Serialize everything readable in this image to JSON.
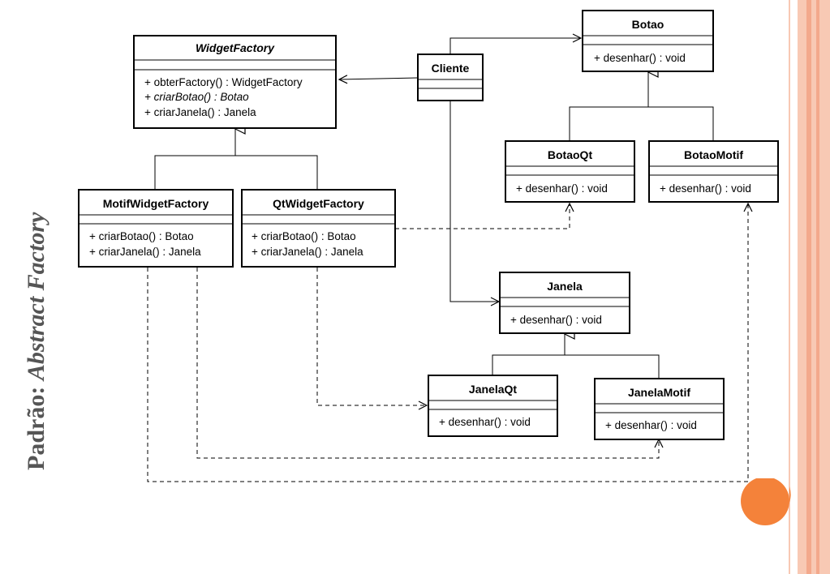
{
  "slide": {
    "title_prefix": "Padrão: ",
    "title_pattern": "Abstract Factory",
    "colors": {
      "accent_orange": "#F4823A",
      "stripe_light": "#F8C9B4",
      "stripe_mid": "#F3A98C"
    }
  },
  "classes": {
    "widget_factory": {
      "name": "WidgetFactory",
      "members": [
        "+ obterFactory() : WidgetFactory",
        "+ criarBotao() : Botao",
        "+ criarJanela() : Janela"
      ]
    },
    "cliente": {
      "name": "Cliente"
    },
    "botao": {
      "name": "Botao",
      "members": [
        "+ desenhar() : void"
      ]
    },
    "botao_qt": {
      "name": "BotaoQt",
      "members": [
        "+ desenhar() : void"
      ]
    },
    "botao_motif": {
      "name": "BotaoMotif",
      "members": [
        "+ desenhar() : void"
      ]
    },
    "motif_widget_factory": {
      "name": "MotifWidgetFactory",
      "members": [
        "+ criarBotao() : Botao",
        "+ criarJanela() : Janela"
      ]
    },
    "qt_widget_factory": {
      "name": "QtWidgetFactory",
      "members": [
        "+ criarBotao() : Botao",
        "+ criarJanela() : Janela"
      ]
    },
    "janela": {
      "name": "Janela",
      "members": [
        "+ desenhar() : void"
      ]
    },
    "janela_qt": {
      "name": "JanelaQt",
      "members": [
        "+ desenhar() : void"
      ]
    },
    "janela_motif": {
      "name": "JanelaMotif",
      "members": [
        "+ desenhar() : void"
      ]
    }
  }
}
